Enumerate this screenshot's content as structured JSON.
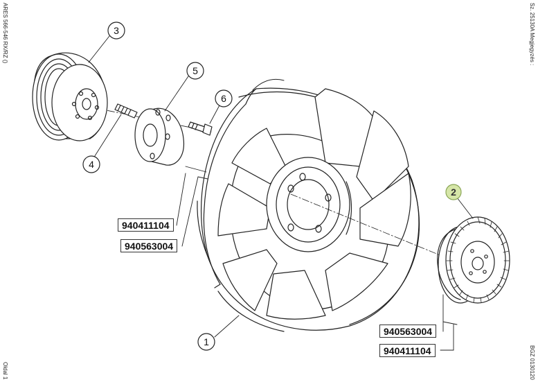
{
  "margins": {
    "left_top": "ARES 566-546 RX/RZ ()",
    "left_bottom": "Oldal 1",
    "right_top": "Sz. 25130A  Megjegyzés :",
    "right_bottom": "BGZ 0130120"
  },
  "callouts": [
    {
      "id": "1",
      "label": "1",
      "highlight": false
    },
    {
      "id": "2",
      "label": "2",
      "highlight": true
    },
    {
      "id": "3",
      "label": "3",
      "highlight": false
    },
    {
      "id": "4",
      "label": "4",
      "highlight": false
    },
    {
      "id": "5",
      "label": "5",
      "highlight": false
    },
    {
      "id": "6",
      "label": "6",
      "highlight": false
    }
  ],
  "part_numbers": {
    "left_a": "940411104",
    "left_b": "940563004",
    "right_a": "940563004",
    "right_b": "940411104"
  },
  "colors": {
    "line": "#222222",
    "highlight_fill": "#d6e6a8",
    "highlight_stroke": "#8aa656"
  }
}
